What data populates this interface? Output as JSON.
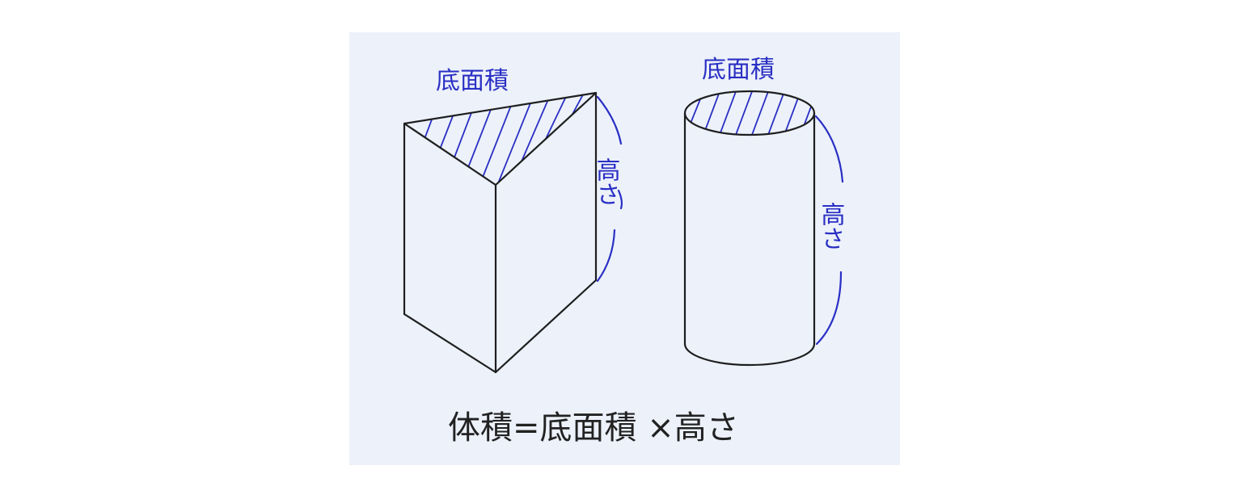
{
  "prism": {
    "base_area_label": "底面積",
    "height_label": "高さ"
  },
  "cylinder": {
    "base_area_label": "底面積",
    "height_label": "高さ"
  },
  "formula": {
    "text": "体積=底面積 ×高さ"
  },
  "colors": {
    "background": "#ecf1fa",
    "label_blue": "#2a2fc4",
    "outline": "#1e1e1e"
  }
}
